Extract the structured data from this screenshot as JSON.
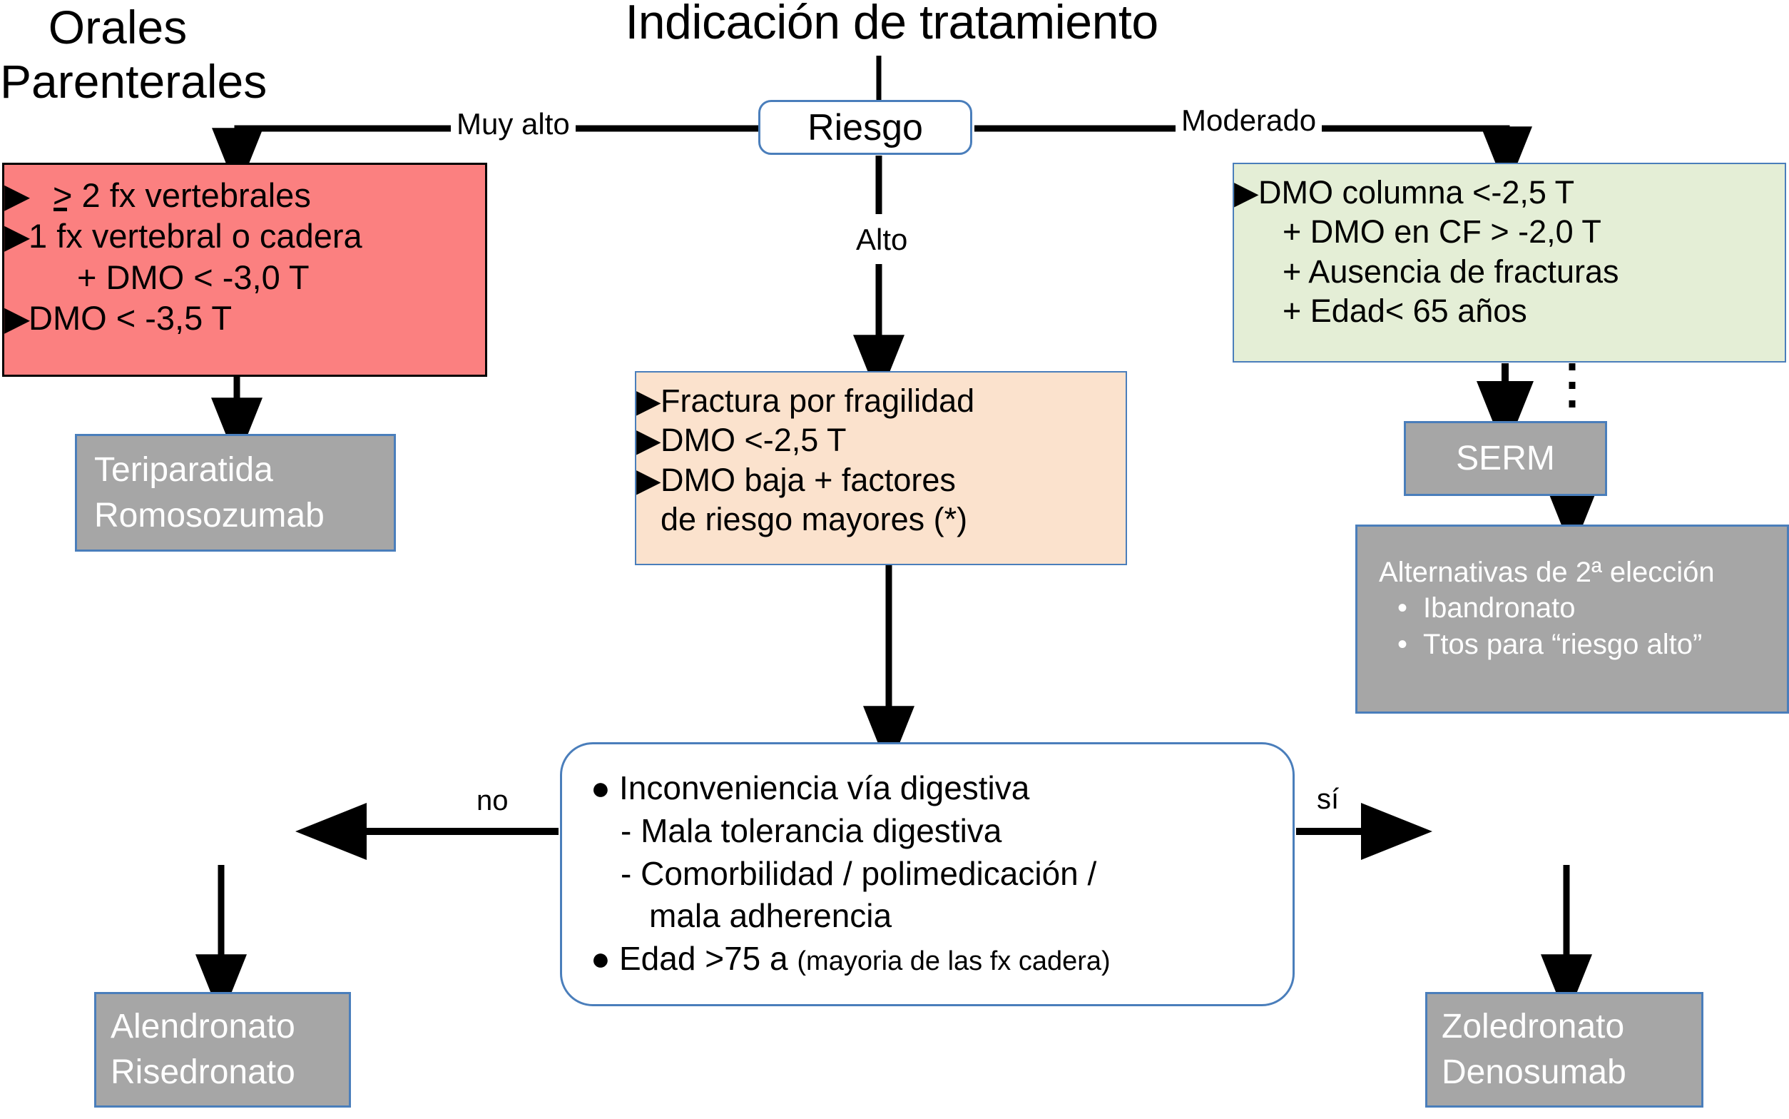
{
  "title": "Indicación de tratamiento",
  "root": {
    "label": "Riesgo"
  },
  "edge_labels": {
    "muy_alto": "Muy alto",
    "alto": "Alto",
    "moderado": "Moderado",
    "no": "no",
    "si": "sí"
  },
  "very_high_risk_box": {
    "bullets": [
      {
        "marker": "▶",
        "text": "≥ 2 fx vertebrales"
      },
      {
        "marker": "▶",
        "text": "1 fx vertebral o cadera"
      },
      {
        "marker": "",
        "text": "+ DMO < -3,0 T"
      },
      {
        "marker": "▶",
        "text": "DMO < -3,5 T"
      }
    ],
    "fill": "#fb8080",
    "border": "#000000"
  },
  "high_risk_box": {
    "bullets": [
      {
        "marker": "▶",
        "text": "Fractura por fragilidad"
      },
      {
        "marker": "▶",
        "text": "DMO <-2,5 T"
      },
      {
        "marker": "▶",
        "text": "DMO baja + factores"
      },
      {
        "marker": "",
        "text": "de riesgo mayores (*)"
      }
    ],
    "fill": "#fbe2cd",
    "border": "#4a7ebb"
  },
  "moderate_risk_box": {
    "bullets": [
      {
        "marker": "▶",
        "text": "DMO columna <-2,5 T"
      },
      {
        "marker": "",
        "text": "+ DMO en CF > -2,0 T"
      },
      {
        "marker": "",
        "text": "+ Ausencia de fracturas"
      },
      {
        "marker": "",
        "text": "+ Edad< 65 años"
      }
    ],
    "fill": "#e4eed6",
    "border": "#4a7ebb"
  },
  "treatments": {
    "very_high": {
      "line1": "Teriparatida",
      "line2": "Romosozumab"
    },
    "serm": {
      "label": "SERM"
    },
    "alternatives": {
      "heading": "Alternativas de 2ª elección",
      "items": [
        "Ibandronato",
        "Ttos para “riesgo alto”"
      ]
    },
    "orales": {
      "label": "Orales",
      "line1": "Alendronato",
      "line2": "Risedronato"
    },
    "parenterales": {
      "label": "Parenterales",
      "line1": "Zoledronato",
      "line2": "Denosumab"
    }
  },
  "decision_box": {
    "lines": [
      {
        "type": "bullet",
        "marker": "●",
        "text": "Inconveniencia vía digestiva"
      },
      {
        "type": "sub",
        "text": "- Mala tolerancia digestiva"
      },
      {
        "type": "sub",
        "text": "- Comorbilidad / polimedicación /"
      },
      {
        "type": "sub2",
        "text": "mala adherencia"
      },
      {
        "type": "bullet_mixed",
        "marker": "●",
        "text": "Edad >75 a ",
        "small": "(mayoria de las fx cadera)"
      }
    ],
    "fill": "#ffffff",
    "border": "#4a7ebb"
  },
  "colors": {
    "accent_border": "#4a7ebb",
    "grey_fill": "#a6a6a6",
    "red_fill": "#fb8080",
    "peach_fill": "#fbe2cd",
    "green_fill": "#e4eed6",
    "line": "#000000"
  }
}
